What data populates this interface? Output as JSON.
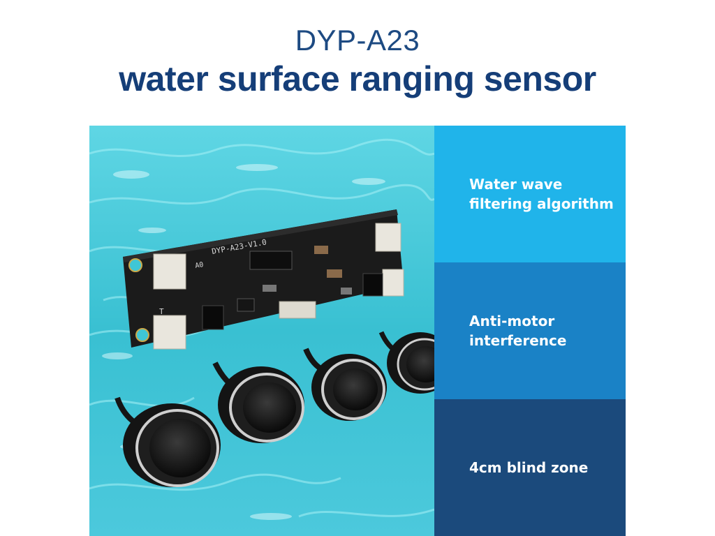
{
  "header": {
    "model": "DYP-A23",
    "title": "water surface ranging sensor"
  },
  "board": {
    "silkscreen": "DYP-A23-V1.0",
    "marker_a0": "A0",
    "marker_t": "T"
  },
  "features": [
    {
      "label": "Water wave\nfiltering algorithm",
      "color": "#20b4ea"
    },
    {
      "label": "Anti-motor\ninterference",
      "color": "#1a82c6"
    },
    {
      "label": "4cm blind zone",
      "color": "#1b4a7c"
    }
  ],
  "colors": {
    "title_light": "#1d4a82",
    "title_bold": "#153e78",
    "water": "#3fc6d6",
    "board": "#1b1b1b",
    "probe": "#111111"
  }
}
